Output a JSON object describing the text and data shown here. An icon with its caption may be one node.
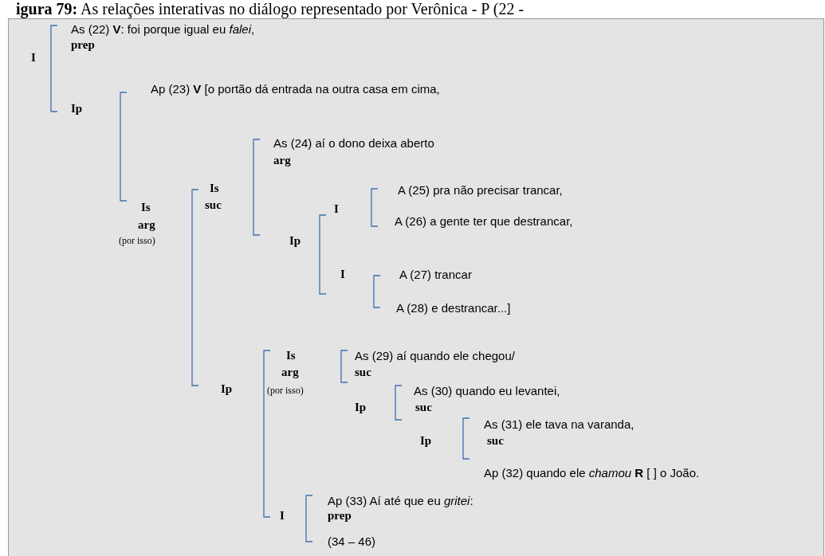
{
  "diagram": {
    "title": "**igura 79:** As relações interativas no diálogo representado por Verônica - P (22 -",
    "labels": [
      "As (22) **V**: foi porque igual eu *falei*,",
      "prep",
      "I",
      "Ap (23) **V** [o portão dá entrada na outra casa em cima,",
      "Ip",
      "As (24) aí o dono deixa aberto",
      "arg",
      "A (25) pra não precisar trancar,",
      "Is",
      "suc",
      "Is",
      "I",
      "arg",
      "A (26) a gente ter que destrancar,",
      "(por isso)",
      "Ip",
      "I",
      "A   (27) trancar",
      "A (28) e destrancar...]",
      "Is",
      "As   (29) aí quando ele chegou/",
      "arg",
      "suc",
      "Ip",
      "As (30) quando eu levantei,",
      "(por isso)",
      "Ip",
      "suc",
      "As (31) ele tava na varanda,",
      "Ip",
      "suc",
      "Ap  (32) quando ele *chamou* **R** [  ] o João.",
      "Ap (33) Aí até que eu *gritei*:",
      "prep",
      "I",
      "(34 – 46)"
    ]
  }
}
